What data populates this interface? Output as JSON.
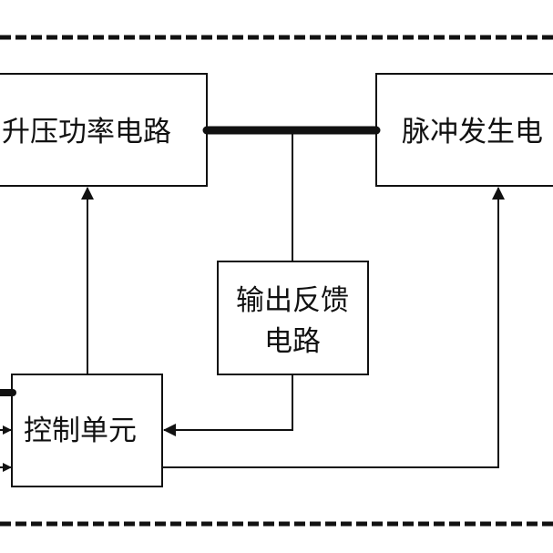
{
  "diagram": {
    "blocks": {
      "boost_power_circuit": {
        "label": "升压功率电路"
      },
      "pulse_generator_circuit": {
        "label": "脉冲发生电"
      },
      "output_feedback_circuit": {
        "label_line1": "输出反馈",
        "label_line2": "电路"
      },
      "control_unit": {
        "label": "控制单元"
      }
    },
    "connections": [
      {
        "from": "boost_power_circuit",
        "to": "pulse_generator_circuit",
        "style": "thick-bus"
      },
      {
        "from": "bus",
        "to": "output_feedback_circuit",
        "style": "line"
      },
      {
        "from": "output_feedback_circuit",
        "to": "control_unit",
        "style": "arrow"
      },
      {
        "from": "control_unit",
        "to": "boost_power_circuit",
        "style": "arrow"
      },
      {
        "from": "control_unit",
        "to": "pulse_generator_circuit",
        "style": "arrow"
      },
      {
        "from": "external",
        "to": "control_unit",
        "style": "thick-line"
      },
      {
        "from": "external",
        "to": "control_unit",
        "style": "arrow"
      },
      {
        "from": "external",
        "to": "control_unit",
        "style": "arrow"
      }
    ],
    "colors": {
      "line": "#111111",
      "background": "#ffffff"
    }
  }
}
